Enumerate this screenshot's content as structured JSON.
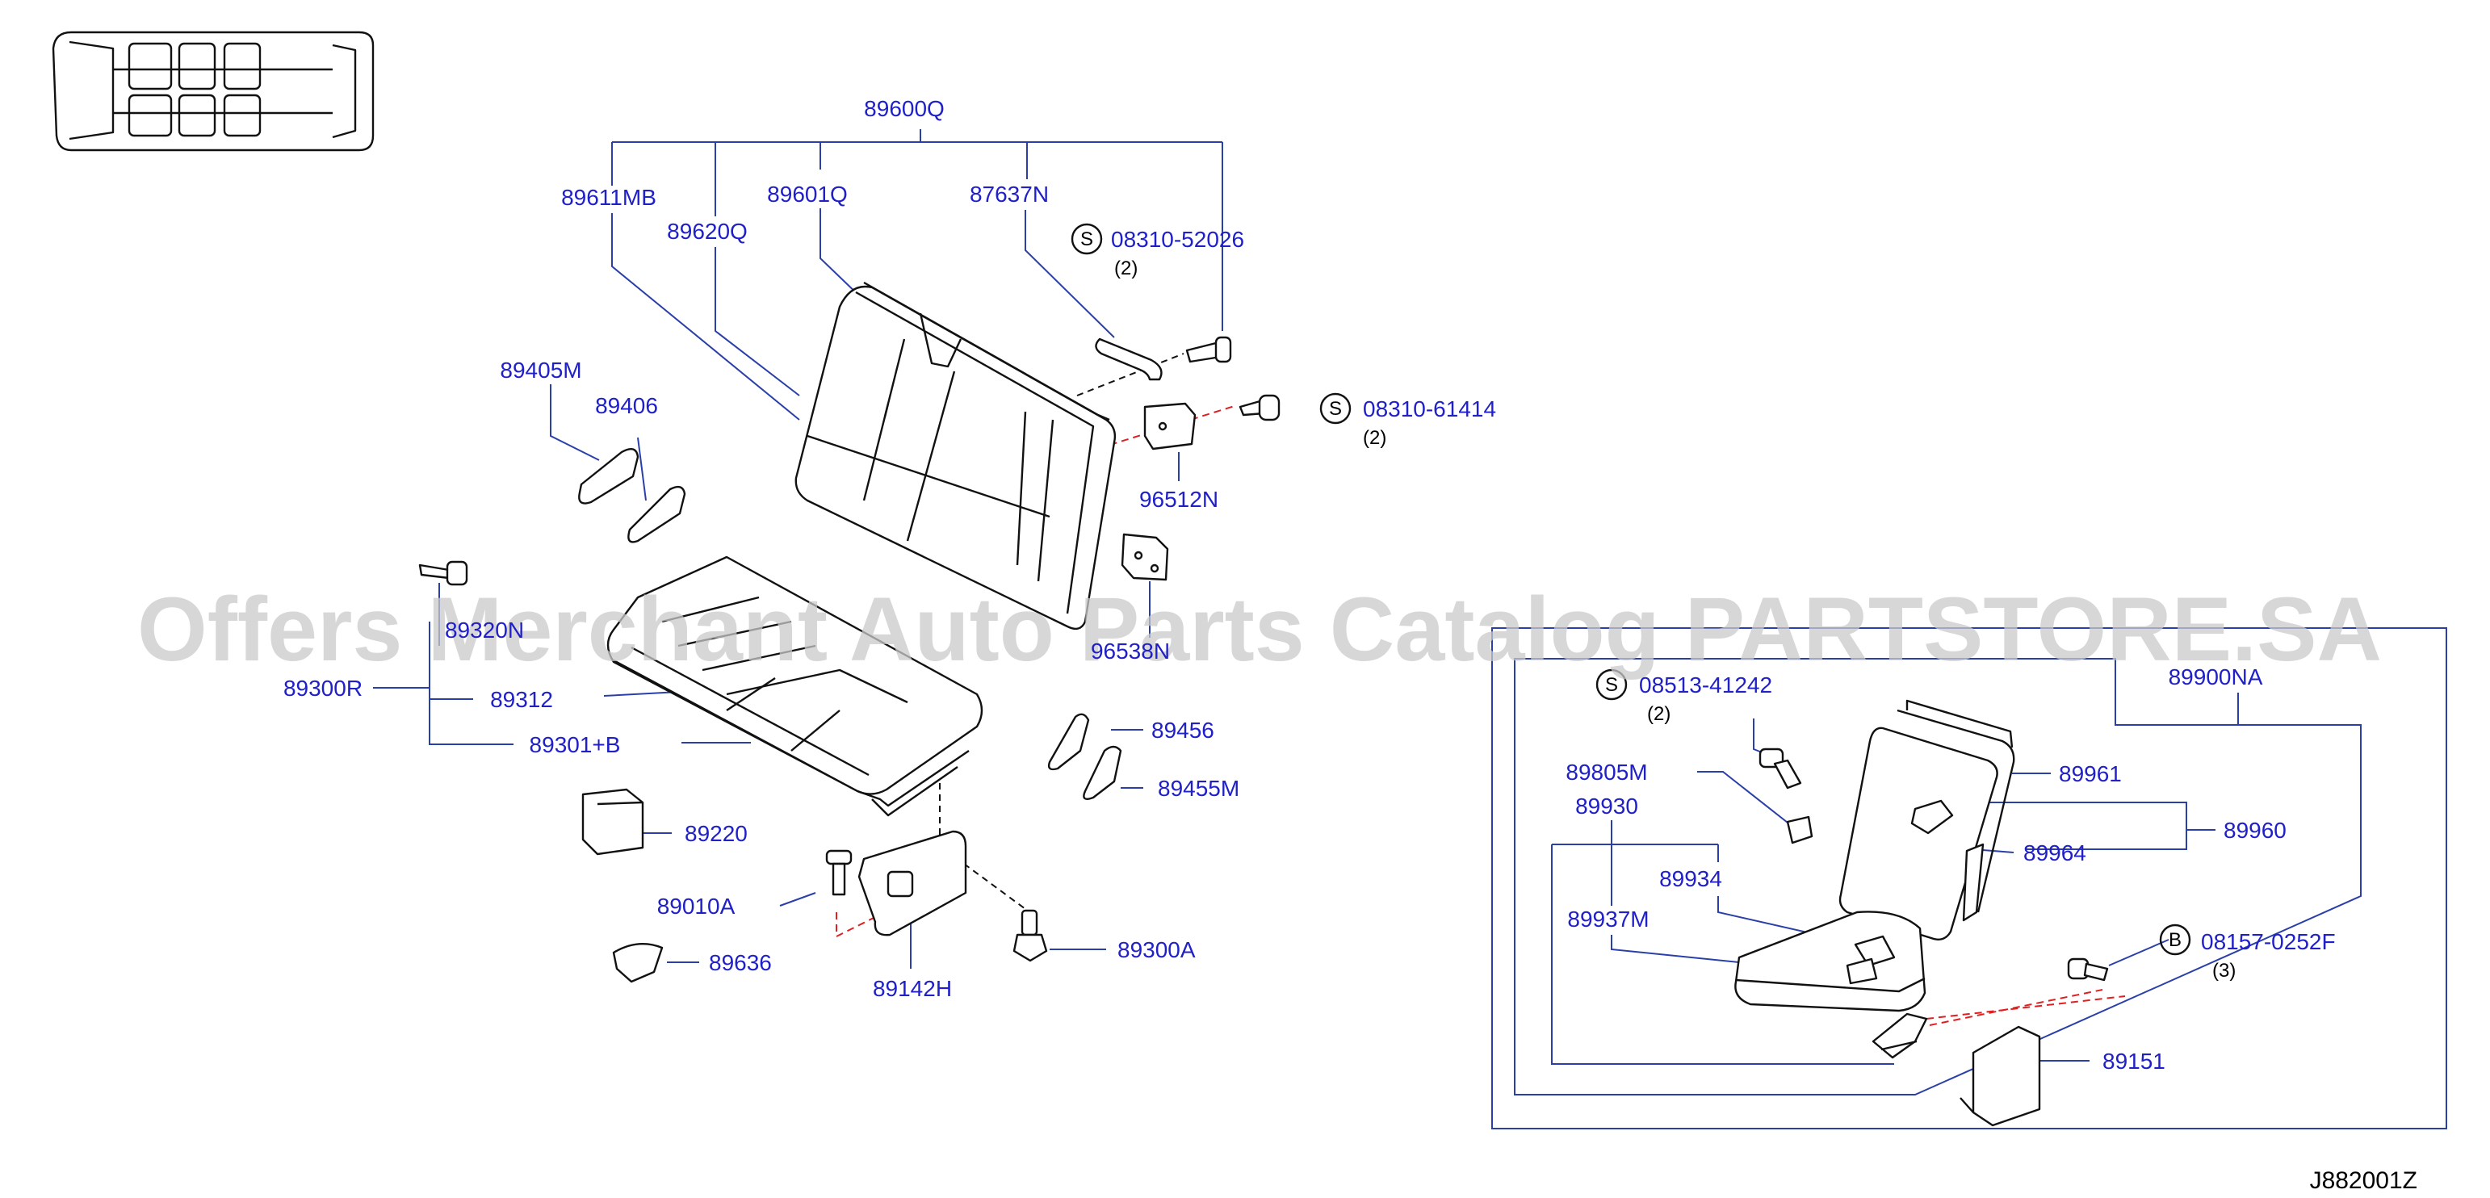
{
  "watermark": "Offers Merchant Auto Parts Catalog PARTSTORE.SA",
  "diagram_ref": "J882001Z",
  "screw_symbols": {
    "S": "S",
    "B": "B"
  },
  "parts": {
    "p89600Q": "89600Q",
    "p89611MB": "89611MB",
    "p89620Q": "89620Q",
    "p89601Q": "89601Q",
    "p87637N": "87637N",
    "p08310_52026": "08310-52026",
    "q08310_52026": "(2)",
    "p08310_61414": "08310-61414",
    "q08310_61414": "(2)",
    "p96512N": "96512N",
    "p89405M": "89405M",
    "p89406": "89406",
    "p89320N": "89320N",
    "p96538N": "96538N",
    "p89300R": "89300R",
    "p89312": "89312",
    "p89301B": "89301+B",
    "p89456": "89456",
    "p89455M": "89455M",
    "p89220": "89220",
    "p89010A": "89010A",
    "p89636": "89636",
    "p89142H": "89142H",
    "p89300A": "89300A",
    "p08513_41242": "08513-41242",
    "q08513_41242": "(2)",
    "p89900NA": "89900NA",
    "p89805M": "89805M",
    "p89930": "89930",
    "p89934": "89934",
    "p89937M": "89937M",
    "p89961": "89961",
    "p89960": "89960",
    "p89964": "89964",
    "p08157_0252F": "08157-0252F",
    "q08157_0252F": "(3)",
    "p89151": "89151"
  }
}
